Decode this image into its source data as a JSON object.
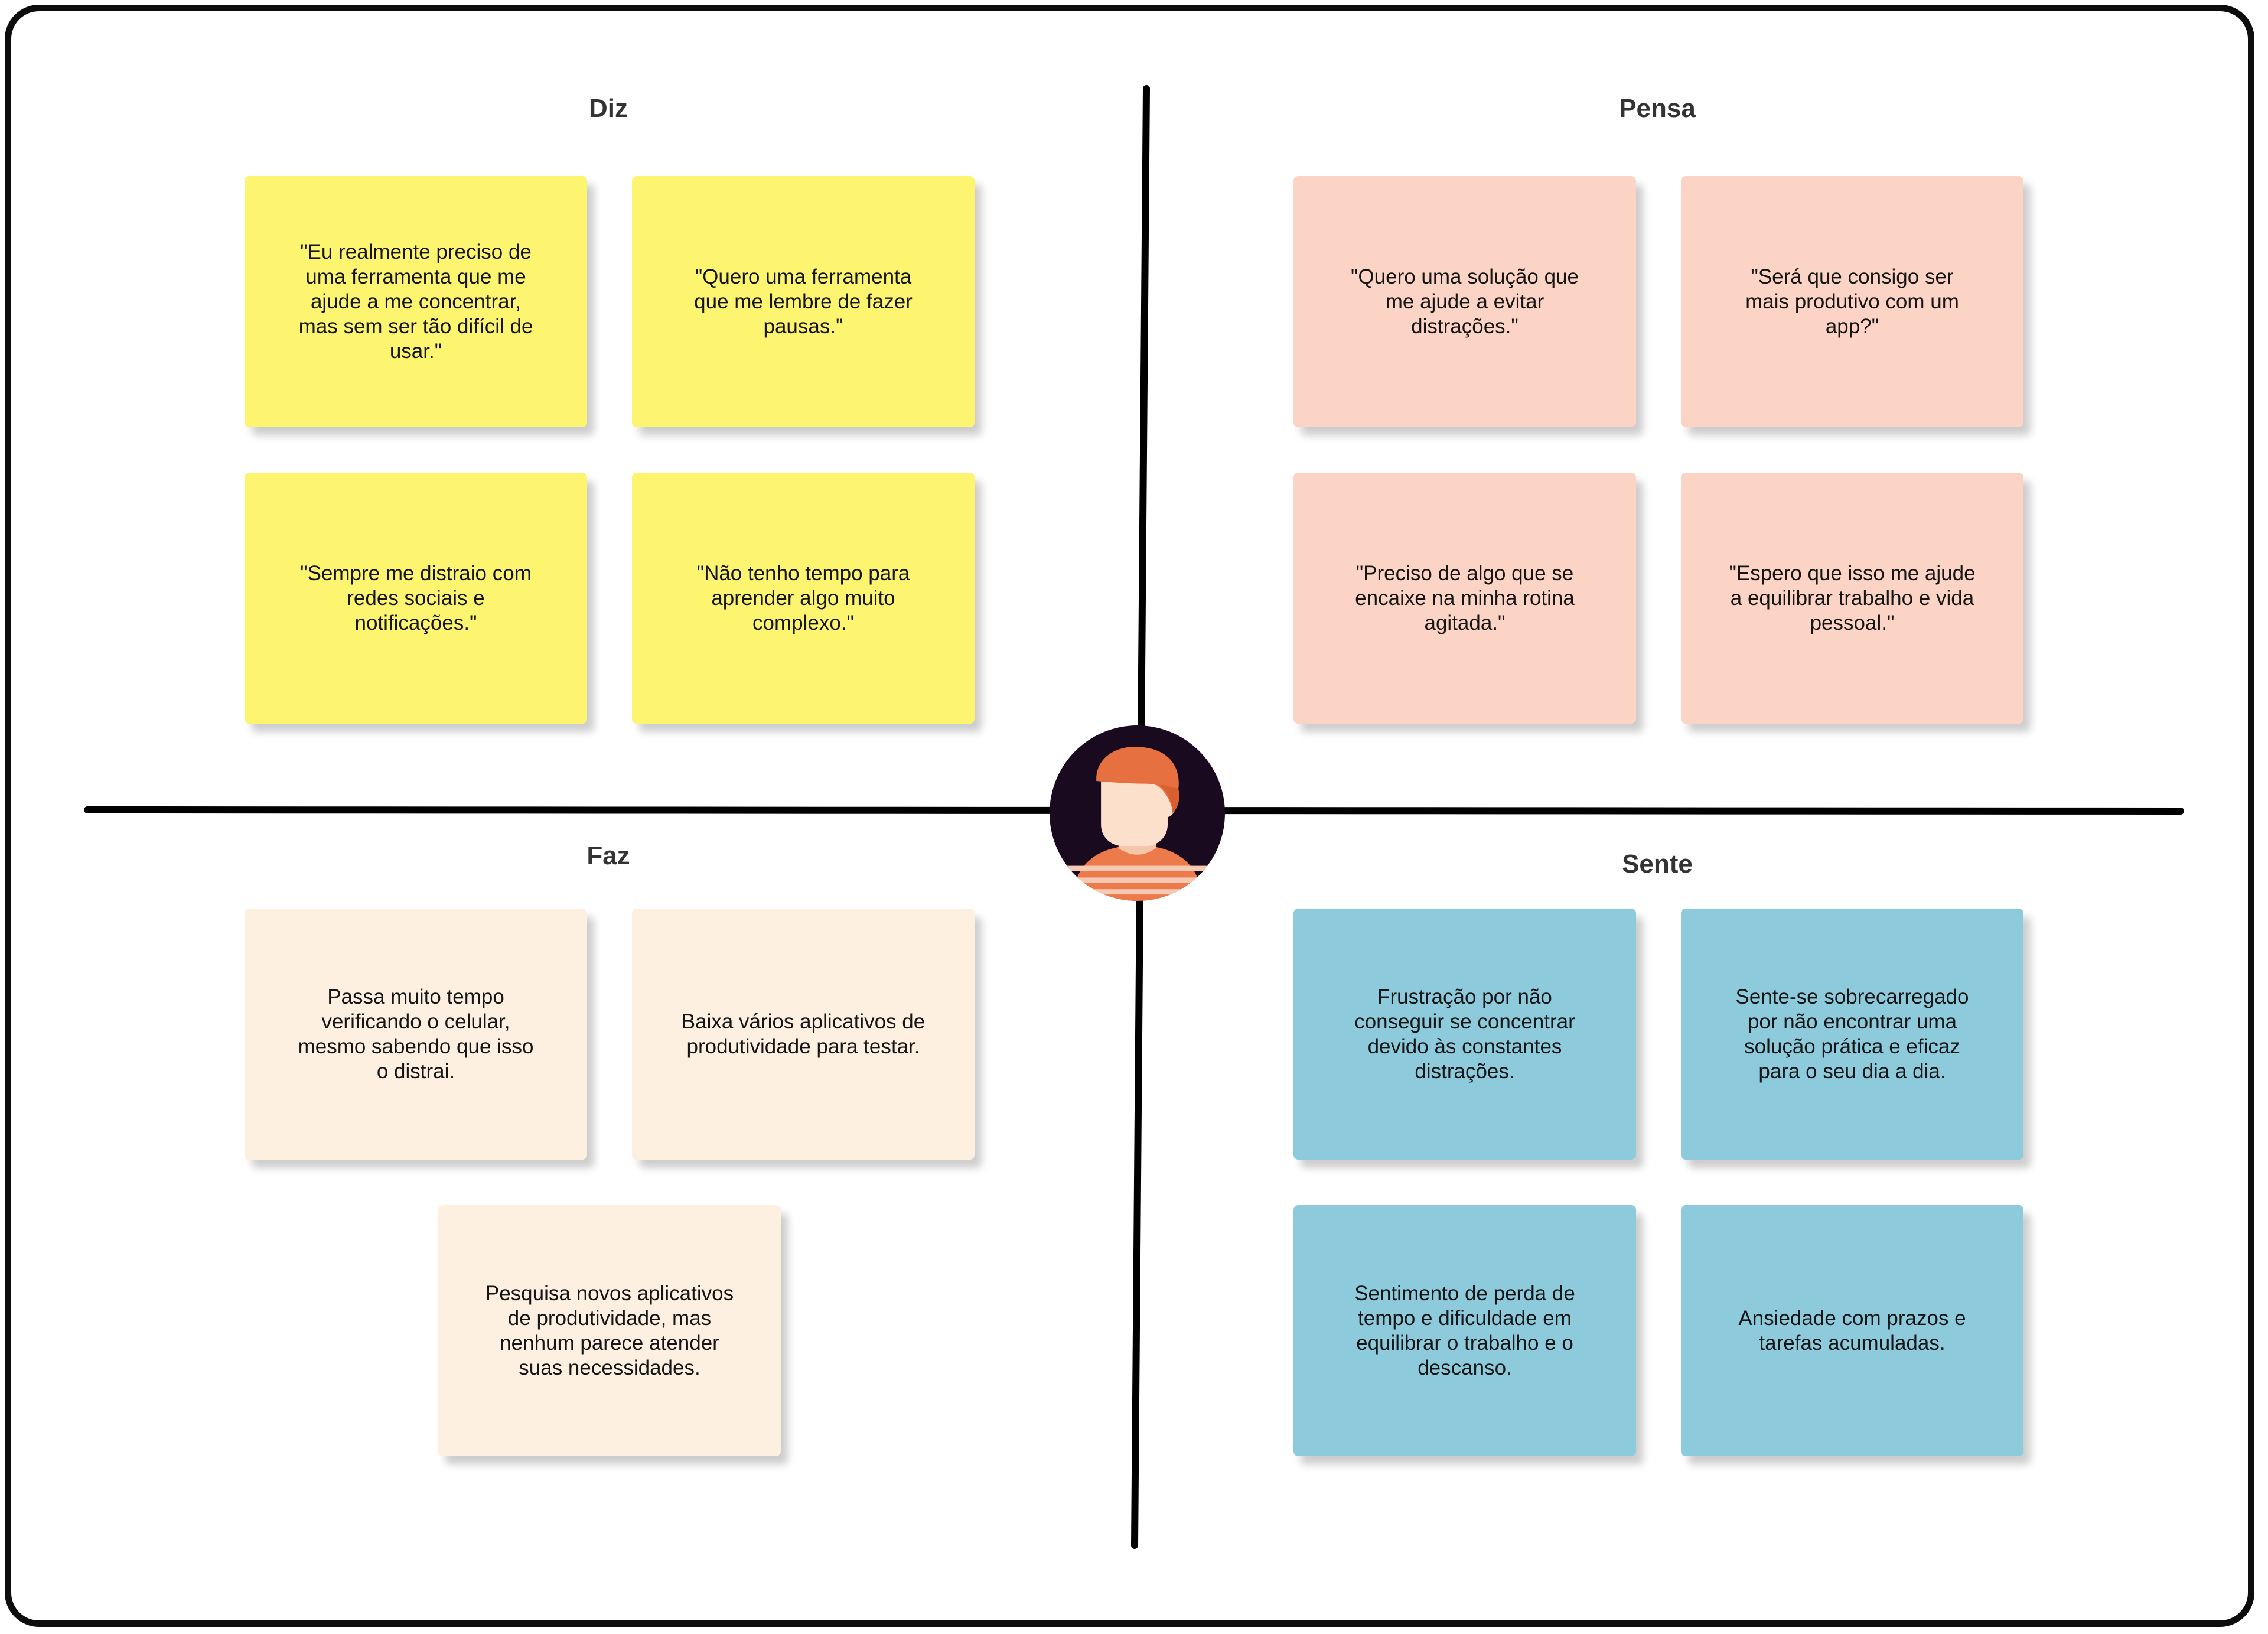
{
  "quadrants": {
    "diz": {
      "title": "Diz",
      "color": "#fdf570",
      "notes": [
        "\"Eu realmente preciso de uma ferramenta que me ajude a me concentrar, mas sem ser tão difícil de usar.\"",
        "\"Quero uma ferramenta que me lembre de fazer pausas.\"",
        "\"Sempre me distraio com redes sociais e notificações.\"",
        "\"Não tenho tempo para aprender algo muito complexo.\""
      ]
    },
    "pensa": {
      "title": "Pensa",
      "color": "#fcd4c5",
      "notes": [
        "\"Quero uma solução que me ajude a evitar distrações.\"",
        "\"Será que consigo ser mais produtivo com um app?\"",
        "\"Preciso de algo que se encaixe na minha rotina agitada.\"",
        "\"Espero que isso me ajude a equilibrar trabalho e vida pessoal.\""
      ]
    },
    "faz": {
      "title": "Faz",
      "color": "#fdf0e1",
      "notes": [
        "Passa muito tempo verificando o celular, mesmo sabendo que isso o distrai.",
        "Baixa vários aplicativos de produtividade para testar.",
        "Pesquisa novos aplicativos de produtividade, mas nenhum parece atender suas necessidades."
      ]
    },
    "sente": {
      "title": "Sente",
      "color": "#8dcbdc",
      "notes": [
        "Frustração por não conseguir se concentrar devido às constantes distrações.",
        "Sente-se sobrecarregado por não encontrar uma solução prática e eficaz para o seu dia a dia.",
        "Sentimento de perda de tempo e dificuldade em equilibrar o trabalho e o descanso.",
        "Ansiedade com prazos e tarefas acumuladas."
      ]
    }
  },
  "center": {
    "icon": "user-avatar-icon"
  },
  "colors": {
    "frame": "#0d0d0d",
    "axis": "#000000",
    "avatar_bg": "#1a0a1f",
    "hair": "#e6703f",
    "skin": "#fde0cc",
    "shirt": "#ec7a4b"
  }
}
